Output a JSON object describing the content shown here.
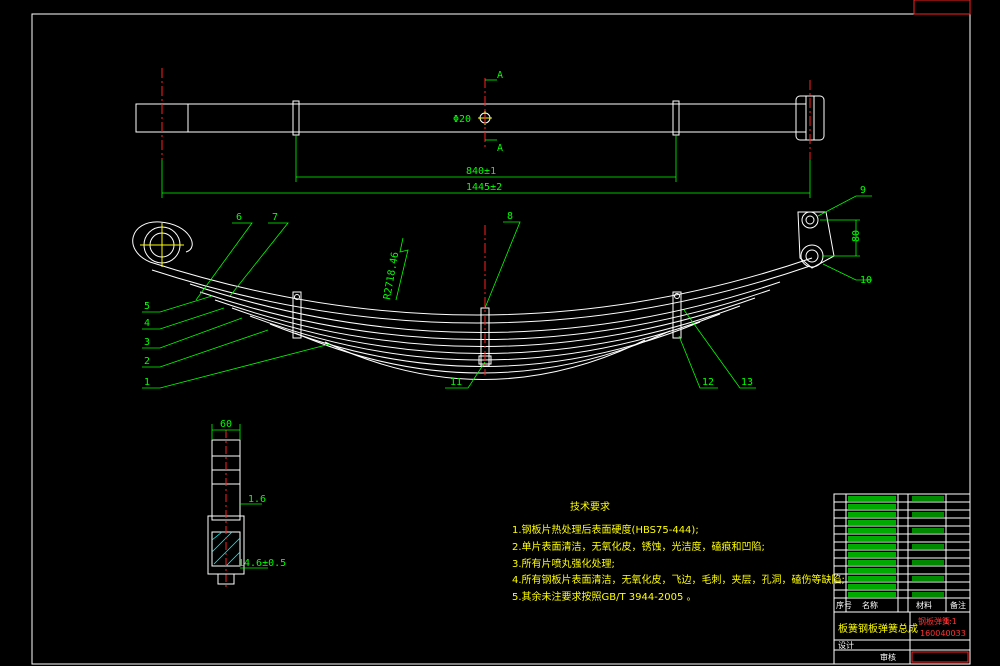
{
  "drawing": {
    "section_mark": "A",
    "dims": {
      "hole": "Φ20",
      "clip_span": "840±1",
      "overall_length": "1445±2",
      "arc_height": "R2718.46",
      "eye_center": "80",
      "width": "60",
      "thickness": "1.6",
      "height": "14.6±0.5"
    },
    "balloons": [
      "6",
      "7",
      "8",
      "9",
      "5",
      "4",
      "3",
      "2",
      "1",
      "11",
      "12",
      "10",
      "13"
    ]
  },
  "notes": {
    "title": "技术要求",
    "items": [
      "1.钢板片热处理后表面硬度(HBS75-444);",
      "2.单片表面清洁，无氧化皮，锈蚀，光洁度，磕痕和凹陷;",
      "3.所有片喷丸强化处理;",
      "4.所有钢板片表面清洁，无氧化皮，飞边，毛刺，夹层，孔洞，磕伤等缺陷;",
      "5.其余未注要求按照GB/T 3944-2005 。"
    ]
  },
  "title_block": {
    "drawing_name": "板簧钢板弹簧总成",
    "part_name": "钢板弹簧",
    "code": "160040033",
    "scale": "1:1",
    "header_no": "序号",
    "header_name": "名称",
    "header_material": "材料",
    "header_remark": "备注",
    "designer": "设计",
    "reviewer": "审核"
  }
}
